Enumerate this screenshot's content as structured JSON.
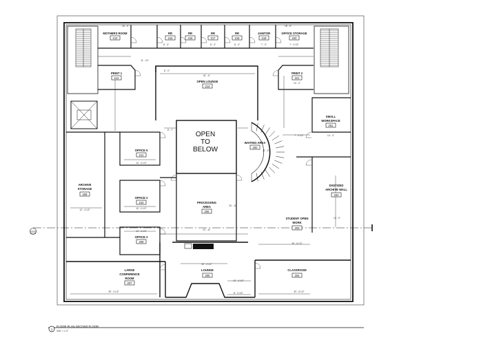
{
  "title": {
    "line1": "FLOOR PLAN SECOND FLOOR",
    "line2": "3/16\" = 1'-0\"",
    "marker": "1"
  },
  "section_marker": "A2.03",
  "center_label": {
    "line1": "OPEN",
    "line2": "TO",
    "line3": "BELOW"
  },
  "rooms": {
    "mothers": {
      "name": "MOTHERS ROOM",
      "number": "213"
    },
    "rr1": {
      "name": "RR",
      "number": "215"
    },
    "rr2": {
      "name": "RR",
      "number": "216"
    },
    "rr3": {
      "name": "RR",
      "number": "217"
    },
    "rr4": {
      "name": "RR",
      "number": "218"
    },
    "janitor": {
      "name": "JANITOR",
      "number": "219"
    },
    "office_storage": {
      "name": "OFFICE STORAGE",
      "number": "220"
    },
    "print1": {
      "name": "PRINT 1",
      "number": "212"
    },
    "print2": {
      "name": "PRINT 2",
      "number": "221"
    },
    "open_lounge": {
      "name": "OPEN LOUNGE",
      "number": "214"
    },
    "small_workspace": {
      "name1": "SMALL",
      "name2": "WORKSPACE",
      "number": "201"
    },
    "waiting": {
      "name": "WAITING AREA",
      "number": "200"
    },
    "office5": {
      "name": "OFFICE 5",
      "number": "211"
    },
    "office2": {
      "name": "OFFICE 2",
      "number": "210"
    },
    "office3": {
      "name": "OFFICE 3",
      "number": "209"
    },
    "archive": {
      "name1": "ARCHIVE",
      "name2": "STORAGE",
      "number": "208"
    },
    "digitized": {
      "name1": "DIGITIZED",
      "name2": "ARCHIVE WALL",
      "number": "202"
    },
    "processing": {
      "name1": "PROCESSING",
      "name2": "AREA",
      "number": "206"
    },
    "student": {
      "name1": "STUDENT OPEN",
      "name2": "WORK",
      "number": "203"
    },
    "conference": {
      "name1": "LARGE",
      "name2": "CONFERENCE",
      "name3": "ROOM",
      "number": "207"
    },
    "lounge": {
      "name": "LOUNGE",
      "number": "205"
    },
    "classroom": {
      "name": "CLASSROOM",
      "number": "204"
    }
  },
  "dimensions": {
    "d_top_left": "18' - 6\"",
    "d_mothers_w": "11' - 10\"",
    "d_rr_a": "8' - 3\"",
    "d_rr_b": "8' - 3\"",
    "d_rr_c": "8' - 3\"",
    "d_janitor": "7' - 0\"",
    "d_office_storage": "7' - 0 1/2\"",
    "d_top_right": "18' - 6\"",
    "d_print1": "8' - 0\"",
    "d_lounge_w": "51' - 6\"",
    "d_print2": "10' - 0\"",
    "d_open_below": "8' - 7\"",
    "d_waiting_w": "7' - 9 1/2\"",
    "d_small_ws": "14' - 4\"",
    "d_office5": "10' - 0 1/2\"",
    "d_office2": "10' - 0 1/2\"",
    "d_office3": "10' - 0 1/2\"",
    "d_archive": "12' - 4 1/2\"",
    "d_digitized": "10' - 0\"",
    "d_center": "23' - 11\"",
    "d_student": "39' - 8 1/2\"",
    "d_counter": "39' - 5 1/2\"",
    "d_conference": "39' - 3 1/2\"",
    "d_lounge2": "12' - 3 1/2\"",
    "d_lounge3": "8' - 3 1/2\"",
    "d_classroom": "39' - 8 1/2\"",
    "d_waiting_h": "11' - 5\"",
    "d_processing": "26' - 11\""
  }
}
